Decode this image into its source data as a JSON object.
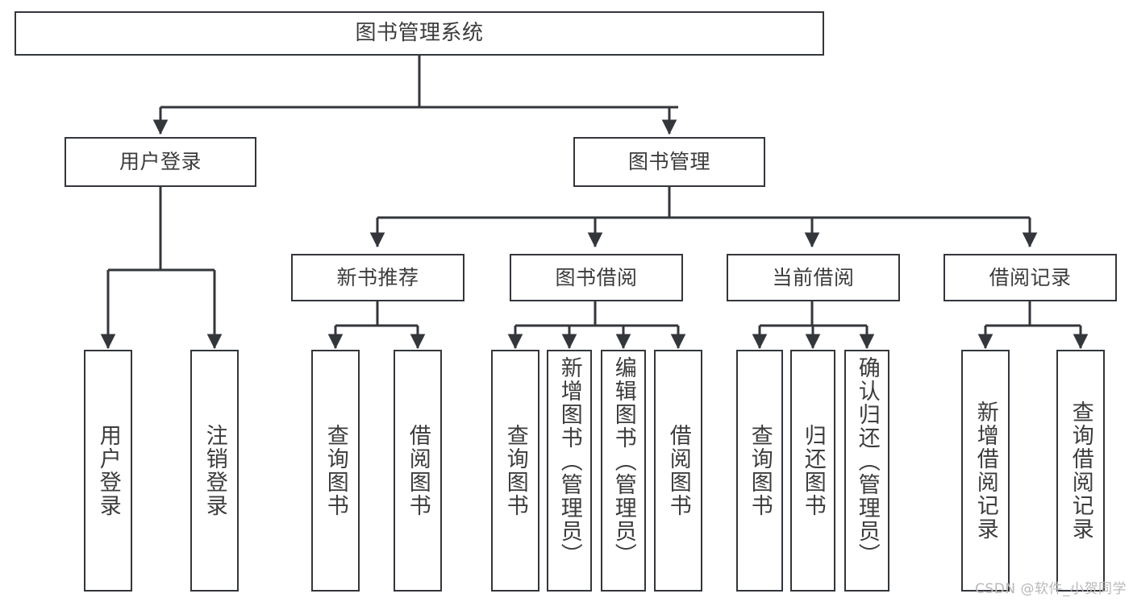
{
  "diagram": {
    "title": "图书管理系统",
    "type": "tree-hierarchy",
    "edge_color": "#33363b",
    "box_border_color": "#33363b",
    "text_color": "#3c3c3c",
    "background": "#ffffff"
  },
  "nodes": {
    "root": {
      "label": "图书管理系统"
    },
    "level2": [
      {
        "label": "用户登录"
      },
      {
        "label": "图书管理"
      }
    ],
    "level3": [
      {
        "label": "新书推荐"
      },
      {
        "label": "图书借阅"
      },
      {
        "label": "当前借阅"
      },
      {
        "label": "借阅记录"
      }
    ],
    "leaves_user_login": [
      {
        "label": "用户登录"
      },
      {
        "label": "注销登录"
      }
    ],
    "leaves_new_book": [
      {
        "label": "查询图书"
      },
      {
        "label": "借阅图书"
      }
    ],
    "leaves_borrow": [
      {
        "label": "查询图书"
      },
      {
        "label": "新增图书（管理员）"
      },
      {
        "label": "编辑图书（管理员）"
      },
      {
        "label": "借阅图书"
      }
    ],
    "leaves_current": [
      {
        "label": "查询图书"
      },
      {
        "label": "归还图书"
      },
      {
        "label": "确认归还（管理员）"
      }
    ],
    "leaves_records": [
      {
        "label": "新增借阅记录"
      },
      {
        "label": "查询借阅记录"
      }
    ]
  },
  "watermark": {
    "text": "CSDN @软件_小贺同学"
  }
}
